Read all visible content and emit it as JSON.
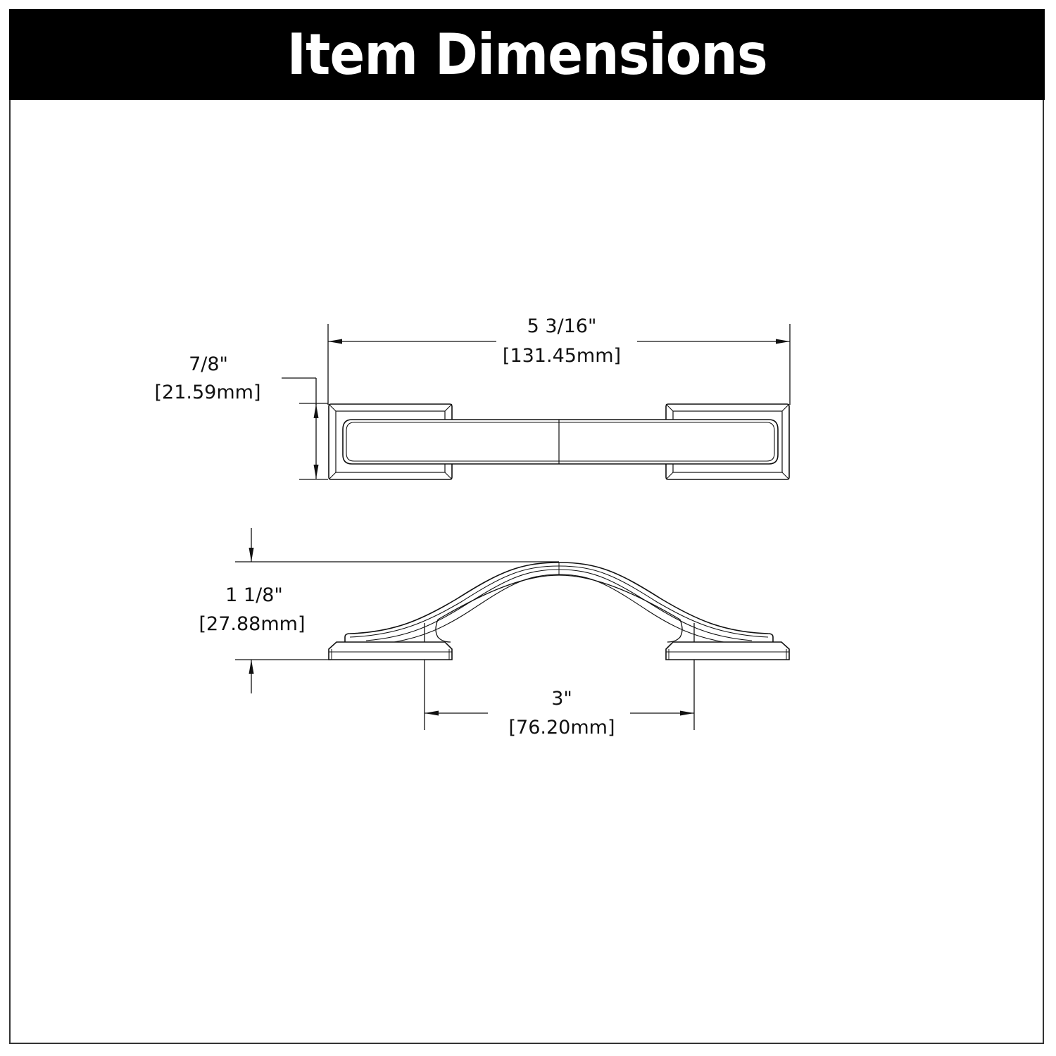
{
  "banner": {
    "title": "Item Dimensions",
    "background_color": "#000000",
    "text_color": "#ffffff"
  },
  "drawing": {
    "line_color": "#111111",
    "views": [
      {
        "name": "top-view",
        "dimensions": {
          "overall_length": {
            "imperial": "5 3/16\"",
            "metric": "[131.45mm]"
          },
          "width": {
            "imperial": "7/8\"",
            "metric": "[21.59mm]"
          }
        }
      },
      {
        "name": "side-view",
        "dimensions": {
          "height": {
            "imperial": "1 1/8\"",
            "metric": "[27.88mm]"
          },
          "center_to_center": {
            "imperial": "3\"",
            "metric": "[76.20mm]"
          }
        }
      }
    ]
  }
}
